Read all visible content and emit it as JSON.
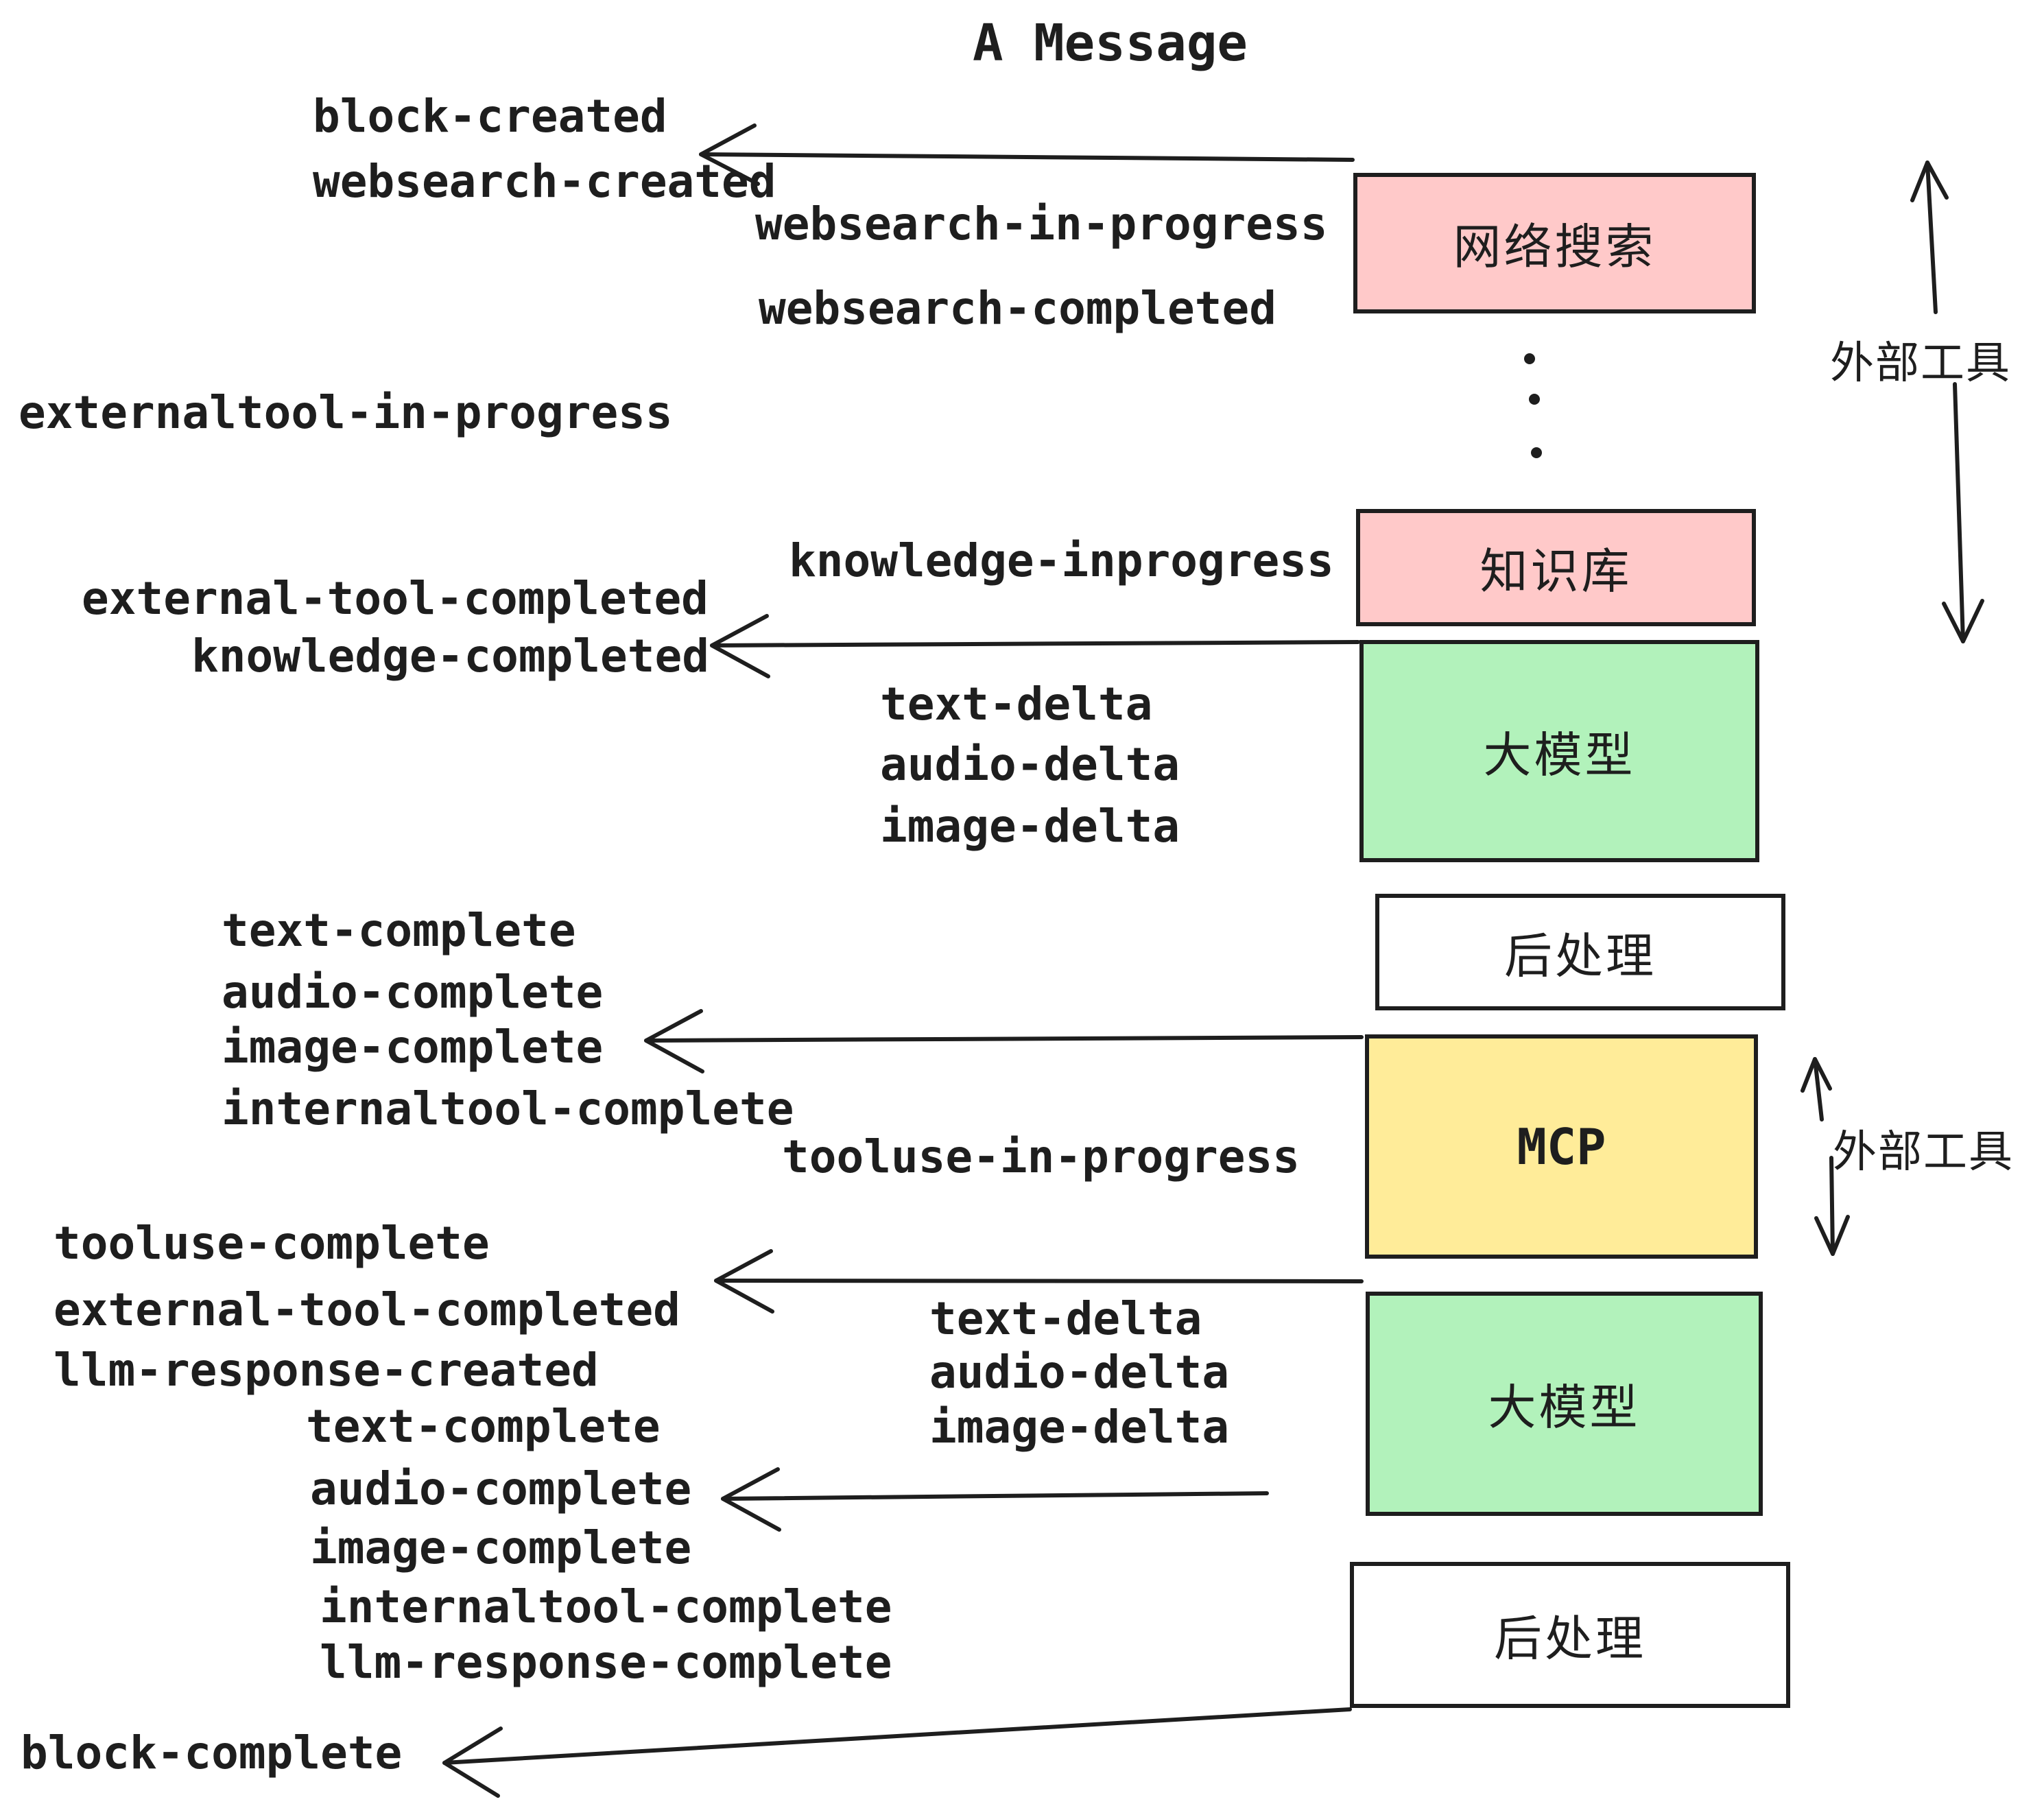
{
  "title": "A Message",
  "colors": {
    "pink": "#ffc9c9",
    "green": "#b2f2bb",
    "yellow": "#ffec99",
    "white": "#ffffff",
    "ink": "#1e1e1e"
  },
  "icons": {
    "left_arrow": "←",
    "up_arrow": "↑",
    "down_arrow": "↓",
    "vertical_ellipsis": "⋮"
  },
  "boxes": [
    {
      "id": "websearch",
      "label": "网络搜索",
      "fill": "#ffc9c9"
    },
    {
      "id": "knowledge",
      "label": "知识库",
      "fill": "#ffc9c9"
    },
    {
      "id": "llm-1",
      "label": "大模型",
      "fill": "#b2f2bb"
    },
    {
      "id": "postprocess-1",
      "label": "后处理",
      "fill": "#ffffff"
    },
    {
      "id": "mcp",
      "label": "MCP",
      "fill": "#ffec99"
    },
    {
      "id": "llm-2",
      "label": "大模型",
      "fill": "#b2f2bb"
    },
    {
      "id": "postprocess-2",
      "label": "后处理",
      "fill": "#ffffff"
    }
  ],
  "side_labels": [
    {
      "text": "外部工具"
    },
    {
      "text": "外部工具"
    }
  ],
  "event_labels": [
    {
      "text": "block-created"
    },
    {
      "text": "websearch-created"
    },
    {
      "text": "websearch-in-progress"
    },
    {
      "text": "websearch-completed"
    },
    {
      "text": "externaltool-in-progress"
    },
    {
      "text": "knowledge-inprogress"
    },
    {
      "text": "external-tool-completed"
    },
    {
      "text": "knowledge-completed"
    },
    {
      "text": "text-delta"
    },
    {
      "text": "audio-delta"
    },
    {
      "text": "image-delta"
    },
    {
      "text": "text-complete"
    },
    {
      "text": "audio-complete"
    },
    {
      "text": "image-complete"
    },
    {
      "text": "internaltool-complete"
    },
    {
      "text": "tooluse-in-progress"
    },
    {
      "text": "tooluse-complete"
    },
    {
      "text": "external-tool-completed"
    },
    {
      "text": "llm-response-created"
    },
    {
      "text": "text-complete"
    },
    {
      "text": "audio-complete"
    },
    {
      "text": "image-complete"
    },
    {
      "text": "internaltool-complete"
    },
    {
      "text": "llm-response-complete"
    },
    {
      "text": "text-delta"
    },
    {
      "text": "audio-delta"
    },
    {
      "text": "image-delta"
    },
    {
      "text": "block-complete"
    }
  ]
}
